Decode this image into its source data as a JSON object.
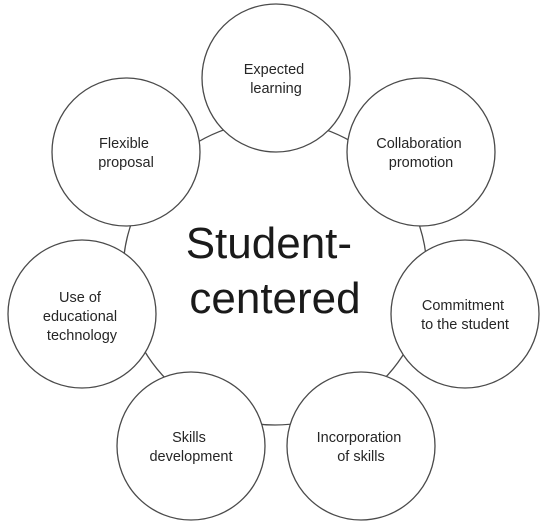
{
  "diagram": {
    "center": {
      "lines": [
        "Student-",
        "centered"
      ]
    },
    "nodes": [
      {
        "lines": [
          "Expected",
          "learning"
        ]
      },
      {
        "lines": [
          "Collaboration",
          "promotion"
        ]
      },
      {
        "lines": [
          "Commitment",
          "to the student"
        ]
      },
      {
        "lines": [
          "Incorporation",
          "of skills"
        ]
      },
      {
        "lines": [
          "Skills",
          "development"
        ]
      },
      {
        "lines": [
          "Use of",
          "educational",
          "technology"
        ]
      },
      {
        "lines": [
          "Flexible",
          "proposal"
        ]
      }
    ]
  }
}
